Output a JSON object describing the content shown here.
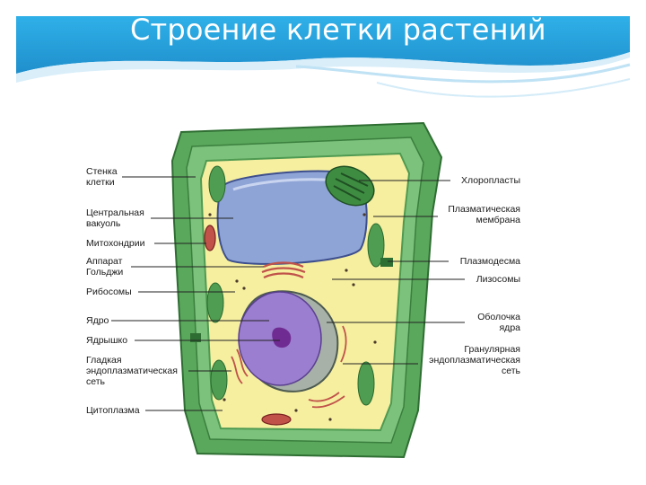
{
  "slide": {
    "title": "Строение клетки растений"
  },
  "labels_left": [
    {
      "id": "cell-wall",
      "text": "Стенка\nклетки"
    },
    {
      "id": "central-vacuole",
      "text": "Центральная\nвакуоль"
    },
    {
      "id": "mitochondria",
      "text": "Митохондрии"
    },
    {
      "id": "golgi",
      "text": "Аппарат\nГольджи"
    },
    {
      "id": "ribosomes",
      "text": "Рибосомы"
    },
    {
      "id": "nucleus",
      "text": "Ядро"
    },
    {
      "id": "nucleolus",
      "text": "Ядрышко"
    },
    {
      "id": "smooth-er",
      "text": "Гладкая\nэндоплазматическая\nсеть"
    },
    {
      "id": "cytoplasm",
      "text": "Цитоплазма"
    }
  ],
  "labels_right": [
    {
      "id": "chloroplasts",
      "text": "Хлоропласты"
    },
    {
      "id": "plasma-membrane",
      "text": "Плазматическая\nмембрана"
    },
    {
      "id": "plasmodesma",
      "text": "Плазмодесма"
    },
    {
      "id": "lysosomes",
      "text": "Лизосомы"
    },
    {
      "id": "nuclear-envelope",
      "text": "Оболочка\nядра"
    },
    {
      "id": "rough-er",
      "text": "Гранулярная\nэндоплазматическая\nсеть"
    }
  ],
  "colors": {
    "banner": "#29a3dd",
    "cell_wall": "#57a65a",
    "cytoplasm": "#f7f0a2",
    "vacuole": "#8ea3d4",
    "nucleus": "#9a7dcc",
    "nucleolus": "#7a3a9a",
    "organelle": "#b33a3a"
  }
}
